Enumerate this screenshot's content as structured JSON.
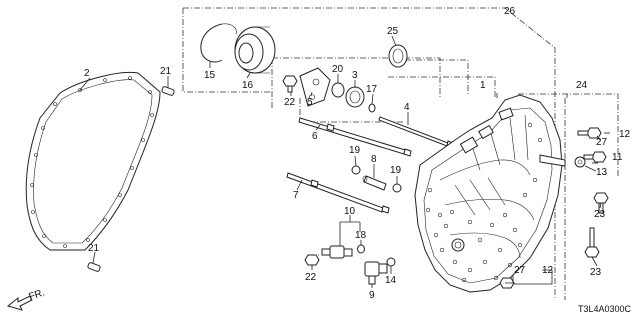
{
  "diagram_code": "T3L4A0300C",
  "direction_label": "FR.",
  "callouts": {
    "c26": "26",
    "c25": "25",
    "c15": "15",
    "c16": "16",
    "c2": "2",
    "c21a": "21",
    "c1": "1",
    "c20": "20",
    "c3": "3",
    "c17": "17",
    "c22a": "22",
    "c5": "5",
    "c4": "4",
    "c24": "24",
    "c6": "6",
    "c27a": "27",
    "c12a": "12",
    "c19a": "19",
    "c8": "8",
    "c19b": "19",
    "c11": "11",
    "c13": "13",
    "c7": "7",
    "c23a": "23",
    "c10": "10",
    "c18": "18",
    "c21b": "21",
    "c22b": "22",
    "c14": "14",
    "c27b": "27",
    "c12b": "12",
    "c9": "9",
    "c23b": "23"
  }
}
